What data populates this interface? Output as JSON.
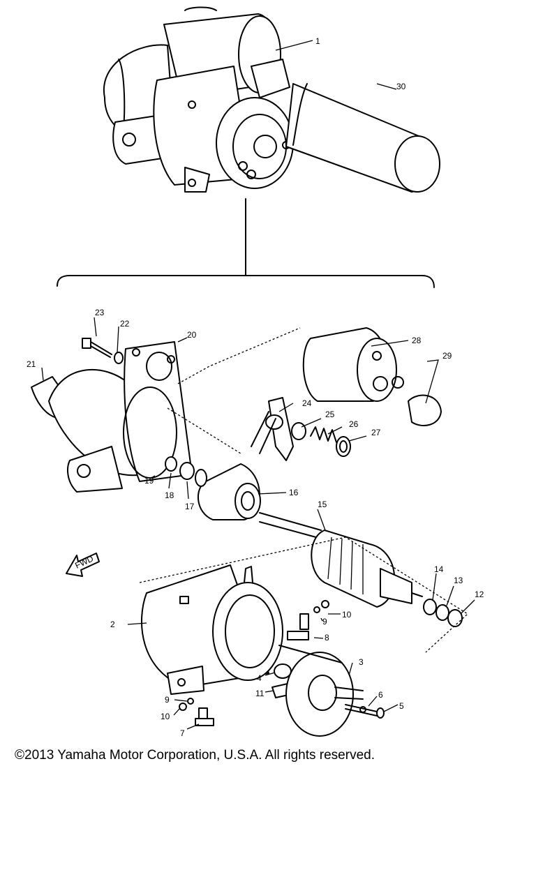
{
  "labels": [
    "1",
    "2",
    "3",
    "4",
    "5",
    "6",
    "7",
    "8",
    "9",
    "9",
    "10",
    "10",
    "11",
    "12",
    "13",
    "14",
    "15",
    "16",
    "17",
    "18",
    "19",
    "20",
    "21",
    "22",
    "23",
    "24",
    "25",
    "26",
    "27",
    "28",
    "29",
    "30"
  ],
  "fwd": "FWD",
  "copyright": "©2013 Yamaha Motor Corporation, U.S.A. All rights reserved."
}
